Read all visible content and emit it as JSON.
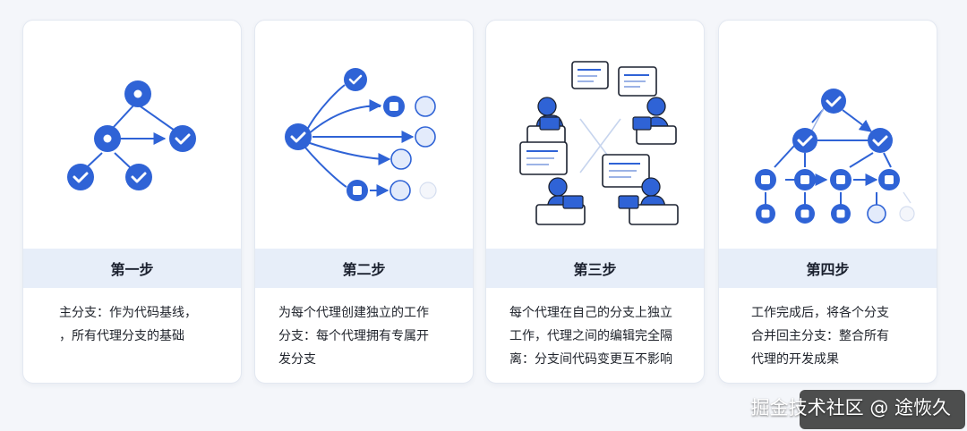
{
  "steps": [
    {
      "title": "第一步",
      "lines": [
        "主分支：作为代码基线，",
        "，所有代理分支的基础"
      ]
    },
    {
      "title": "第二步",
      "lines": [
        "为每个代理创建独立的工作",
        "分支：每个代理拥有专属开",
        "发分支"
      ]
    },
    {
      "title": "第三步",
      "lines": [
        "每个代理在自己的分支上独立",
        "工作，代理之间的编辑完全隔",
        "离：分支间代码变更互不影响"
      ]
    },
    {
      "title": "第四步",
      "lines": [
        "工作完成后，将各个分支",
        "合并回主分支：整合所有",
        "代理的开发成果"
      ]
    }
  ],
  "watermark": "掘金技术社区 @ 途恢久",
  "colors": {
    "accent": "#2f63d6",
    "light_node": "#e3ebfb",
    "band": "#e7eef9"
  }
}
